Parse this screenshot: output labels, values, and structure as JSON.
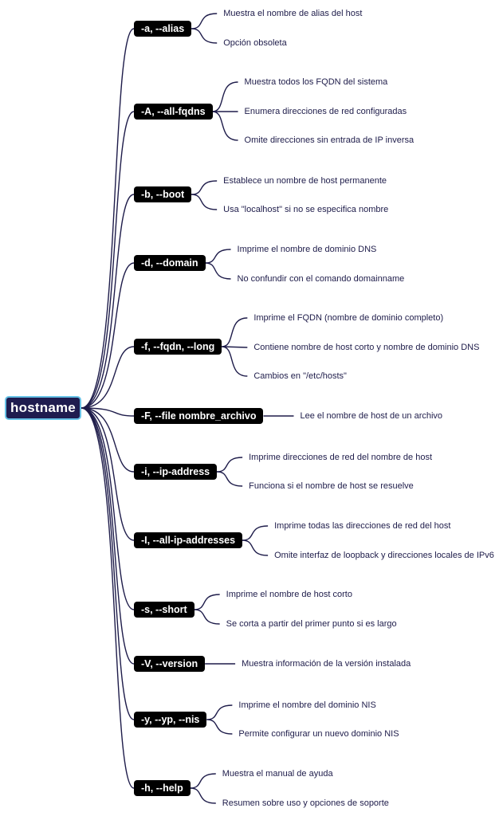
{
  "root": {
    "label": "hostname"
  },
  "branches": [
    {
      "option": "-a, --alias",
      "details": [
        "Muestra el nombre de alias del host",
        "Opción obsoleta"
      ]
    },
    {
      "option": "-A, --all-fqdns",
      "details": [
        "Muestra todos los FQDN del sistema",
        "Enumera direcciones de red configuradas",
        "Omite direcciones sin entrada de IP inversa"
      ]
    },
    {
      "option": "-b, --boot",
      "details": [
        "Establece un nombre de host permanente",
        "Usa \"localhost\" si no se especifica nombre"
      ]
    },
    {
      "option": "-d, --domain",
      "details": [
        "Imprime el nombre de dominio DNS",
        "No confundir con el comando domainname"
      ]
    },
    {
      "option": "-f, --fqdn, --long",
      "details": [
        "Imprime el FQDN (nombre de dominio completo)",
        "Contiene nombre de host corto y nombre de dominio DNS",
        "Cambios en \"/etc/hosts\""
      ]
    },
    {
      "option": "-F, --file nombre_archivo",
      "details": [
        "Lee el nombre de host de un archivo"
      ]
    },
    {
      "option": "-i, --ip-address",
      "details": [
        "Imprime direcciones de red del nombre de host",
        "Funciona si el nombre de host se resuelve"
      ]
    },
    {
      "option": "-I, --all-ip-addresses",
      "details": [
        "Imprime todas las direcciones de red del host",
        "Omite interfaz de loopback y direcciones locales de IPv6"
      ]
    },
    {
      "option": "-s, --short",
      "details": [
        "Imprime el nombre de host corto",
        "Se corta a partir del primer punto si es largo"
      ]
    },
    {
      "option": "-V, --version",
      "details": [
        "Muestra información de la versión instalada"
      ]
    },
    {
      "option": "-y, --yp, --nis",
      "details": [
        "Imprime el nombre del dominio NIS",
        "Permite configurar un nuevo dominio NIS"
      ]
    },
    {
      "option": "-h, --help",
      "details": [
        "Muestra el manual de ayuda",
        "Resumen sobre uso y opciones de soporte"
      ]
    }
  ],
  "colors": {
    "root_bg": "#1f1c4f",
    "root_border": "#67c2e6",
    "option_bg": "#000000",
    "line": "#1e1c4a",
    "text": "#1e1c4a"
  }
}
